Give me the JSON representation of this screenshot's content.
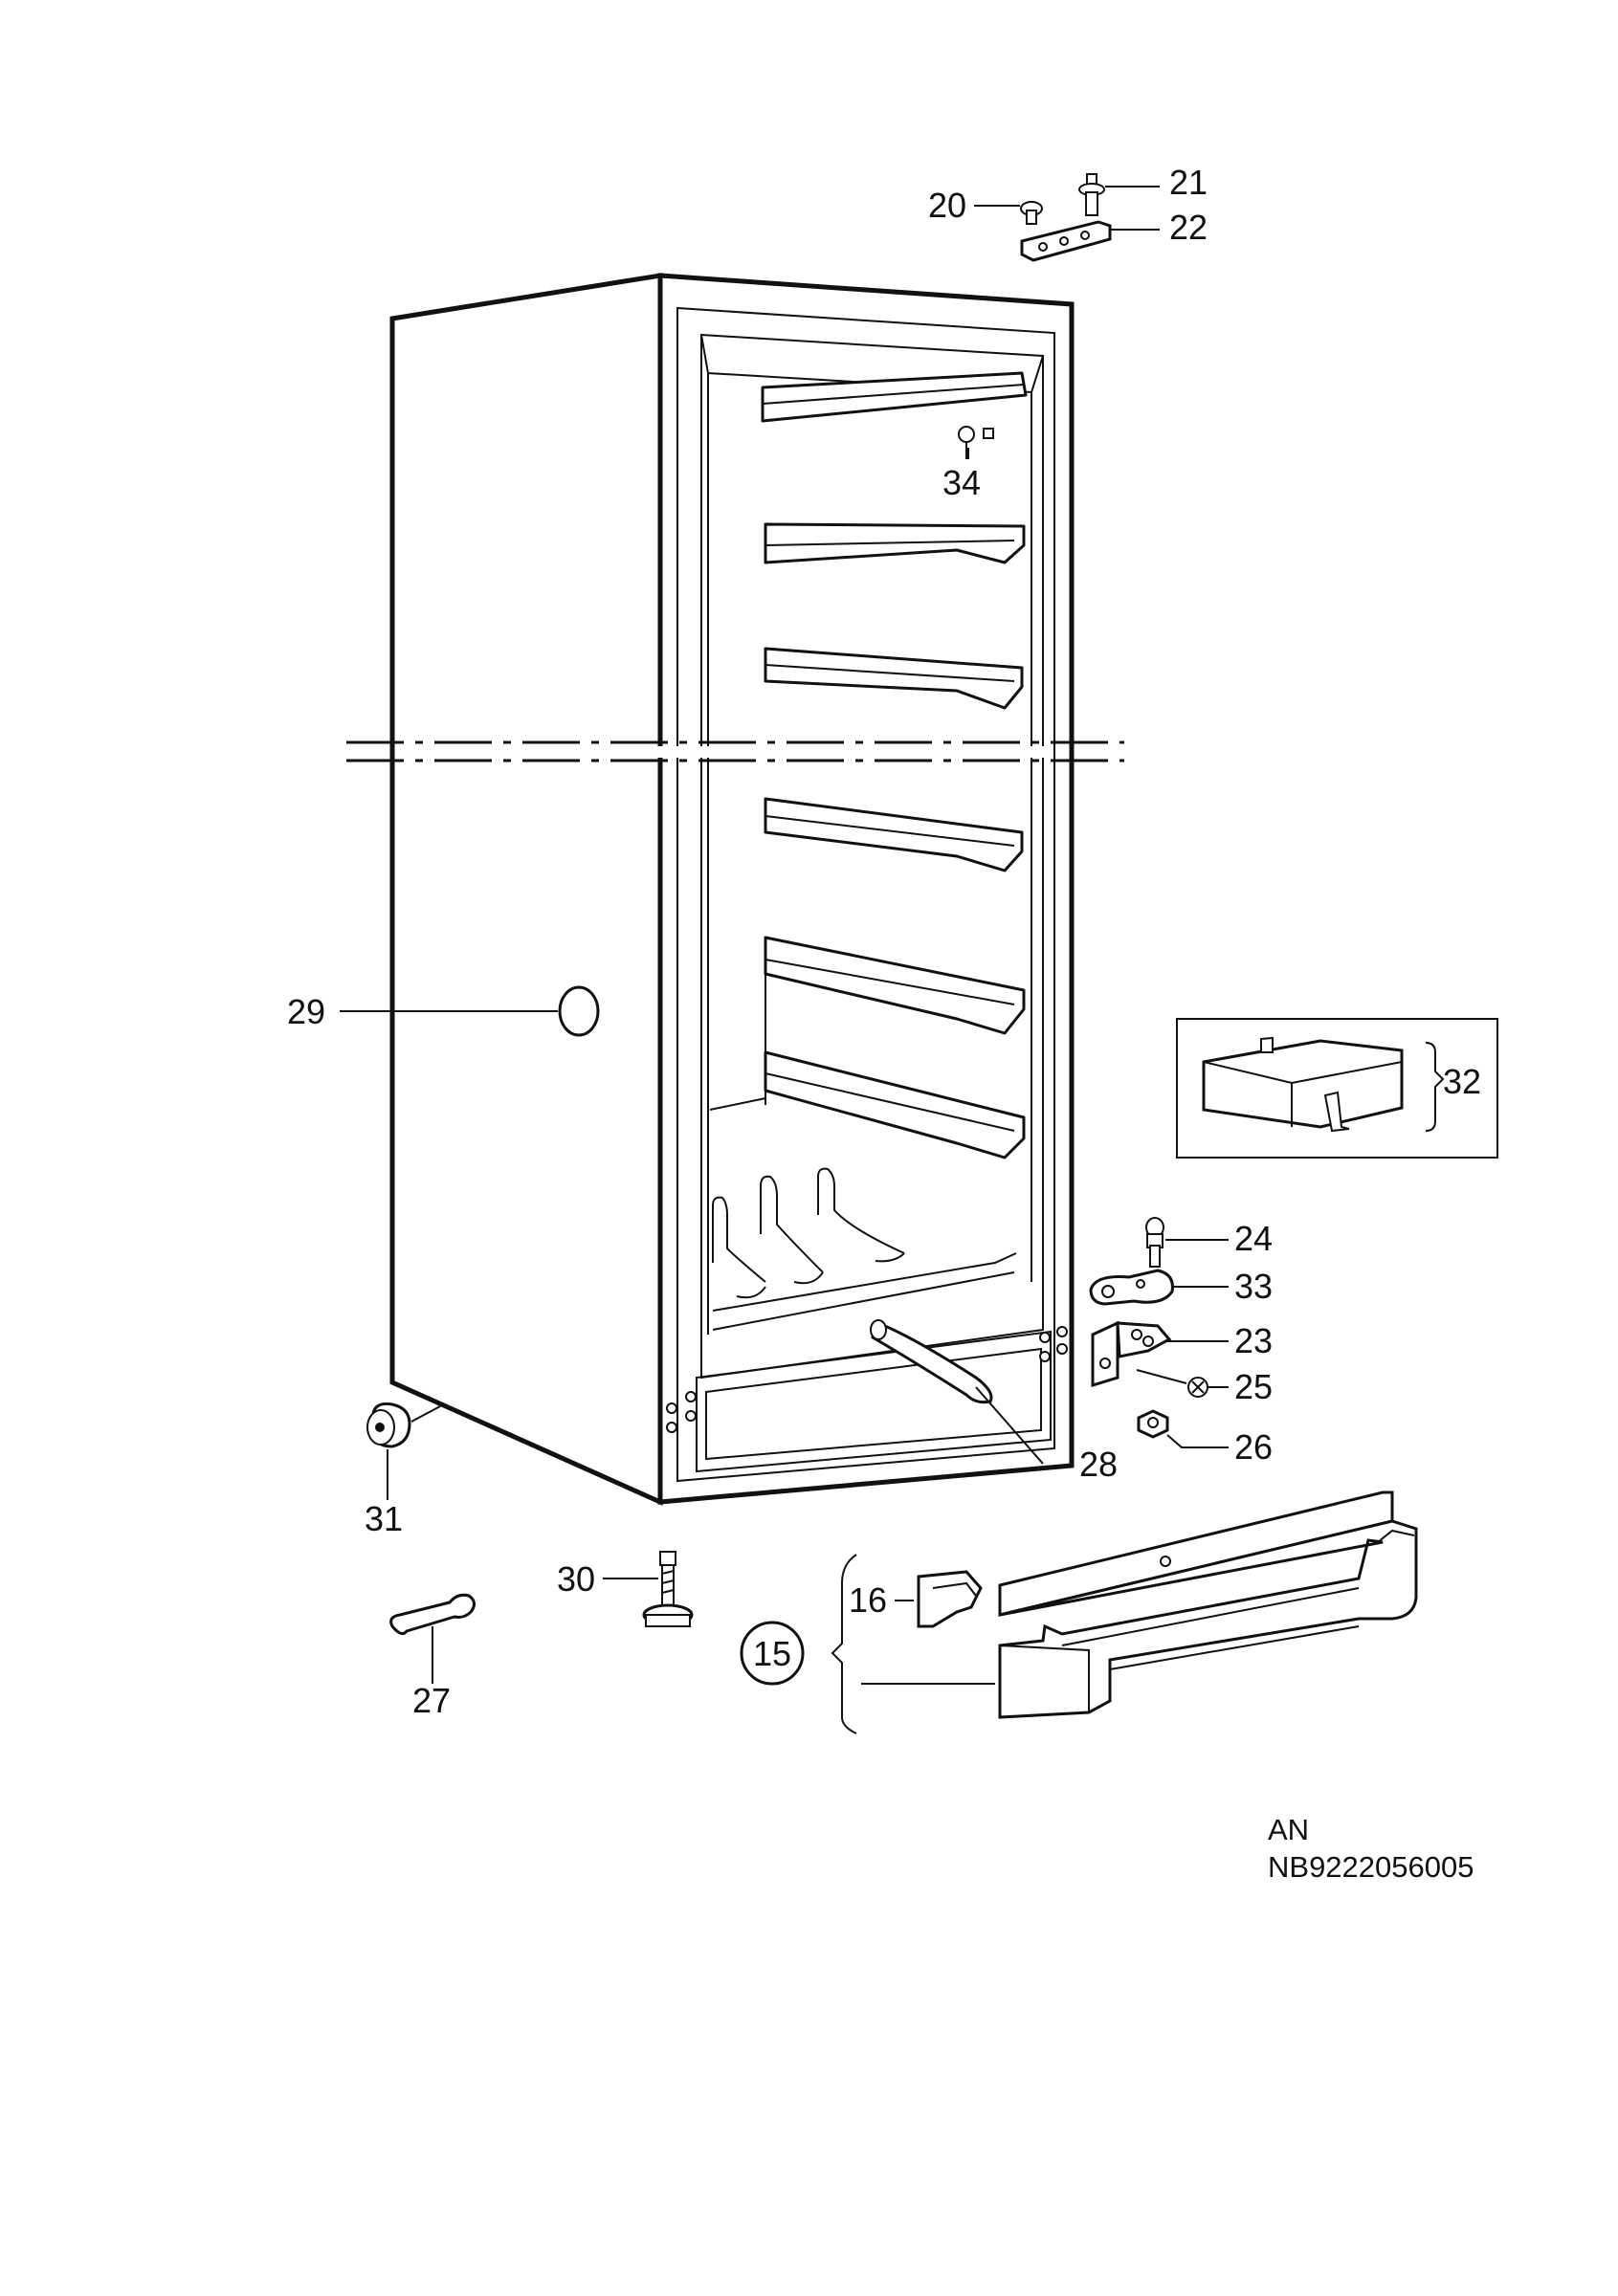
{
  "labels": {
    "p15": "15",
    "p16": "16",
    "p20": "20",
    "p21": "21",
    "p22": "22",
    "p23": "23",
    "p24": "24",
    "p25": "25",
    "p26": "26",
    "p27": "27",
    "p28": "28",
    "p29": "29",
    "p30": "30",
    "p31": "31",
    "p32": "32",
    "p33": "33",
    "p34": "34"
  },
  "doc": {
    "lang": "AN",
    "code": "NB9222056005"
  }
}
